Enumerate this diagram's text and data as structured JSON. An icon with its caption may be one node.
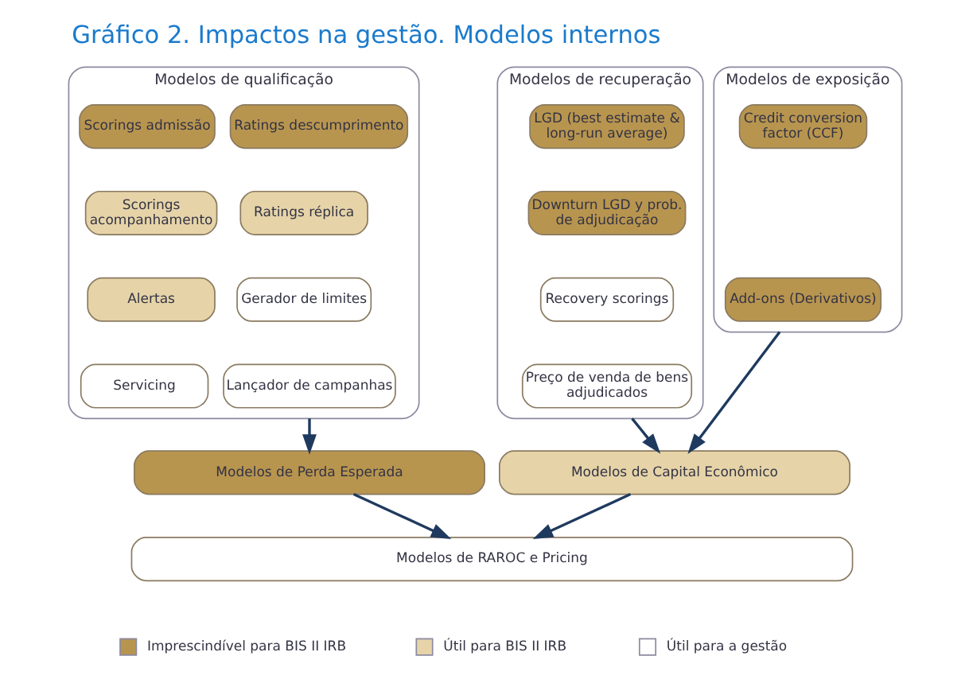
{
  "diagram": {
    "title": "Gráfico 2. Impactos na gestão. Modelos internos",
    "nodes": [
      {
        "text": [
          "Modelos de qualificação"
        ]
      },
      {
        "text": [
          "Scorings admissão"
        ],
        "in": 0
      },
      {
        "text": [
          "Ratings descumprimento"
        ],
        "in": 0
      },
      {
        "text": [
          "Scorings acompanhamento"
        ],
        "in": 0
      },
      {
        "text": [
          "Ratings réplica"
        ],
        "in": 0
      },
      {
        "text": [
          "Alertas"
        ],
        "in": 0
      },
      {
        "text": [
          "Gerador de limites"
        ],
        "in": 0
      },
      {
        "text": [
          "Servicing"
        ],
        "in": 0
      },
      {
        "text": [
          "Lançador de campanhas"
        ],
        "in": 0
      },
      {
        "text": [
          "Modelos de recuperação"
        ]
      },
      {
        "text": [
          "LGD (best estimate & long-run average)"
        ],
        "in": 9
      },
      {
        "text": [
          "Downturn LGD y prob. de adjudicação"
        ],
        "in": 9
      },
      {
        "text": [
          "Recovery scorings"
        ],
        "in": 9
      },
      {
        "text": [
          "Preço de venda de bens adjudicados"
        ],
        "in": 9
      },
      {
        "text": [
          "Modelos de exposição"
        ]
      },
      {
        "text": [
          "Credit conversion factor (CCF)"
        ],
        "in": 14
      },
      {
        "text": [
          "Add-ons (Derivativos)"
        ],
        "in": 14
      },
      {
        "text": [
          "Modelos de Perda Esperada"
        ]
      },
      {
        "text": [
          "Modelos de Capital Econômico"
        ]
      },
      {
        "text": [
          "Modelos de RAROC e Pricing"
        ]
      }
    ],
    "edges": [
      {
        "from": 0,
        "to": 17,
        "arrow": "to"
      },
      {
        "from": 9,
        "to": 18,
        "arrow": "to"
      },
      {
        "from": 14,
        "to": 18,
        "arrow": "to"
      },
      {
        "from": 17,
        "to": 19,
        "arrow": "to"
      },
      {
        "from": 18,
        "to": 19,
        "arrow": "to"
      }
    ],
    "legend": [
      {
        "text": "Imprescindível para BIS II IRB",
        "color": "#b8954f"
      },
      {
        "text": "Útil para BIS II IRB",
        "color": "#e6d4a8"
      },
      {
        "text": "Útil para a gestão",
        "color": "#ffffff"
      }
    ]
  }
}
